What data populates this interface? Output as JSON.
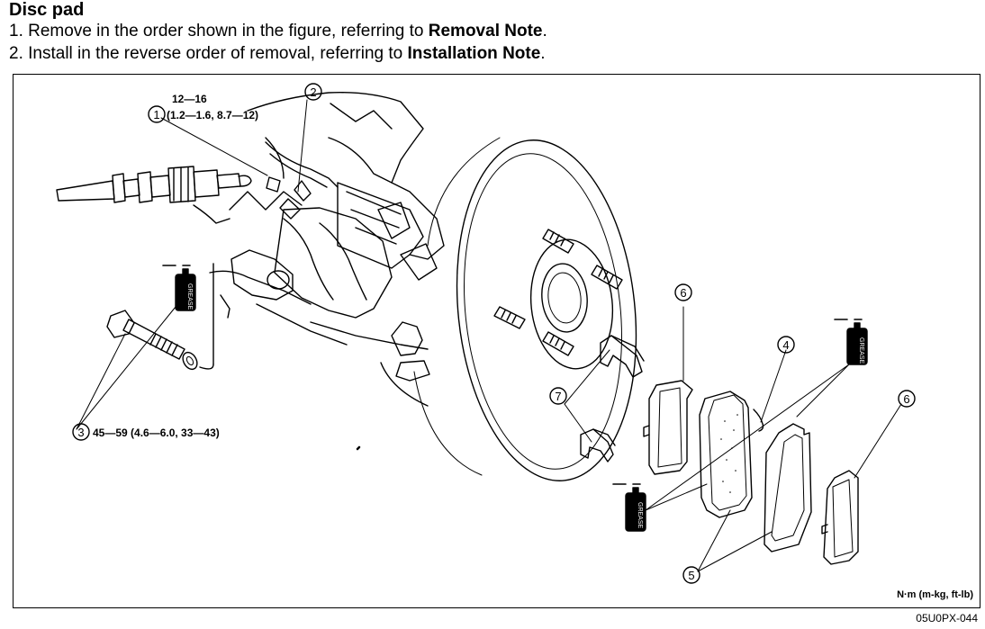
{
  "header": {
    "title": "Disc pad",
    "steps": [
      {
        "number": "1.",
        "text": "Remove in the order shown in the figure, referring to",
        "emphasis": "Removal Note",
        "end": "."
      },
      {
        "number": "2.",
        "text": "Install in the reverse order of removal, referring to",
        "emphasis": "Installation Note",
        "end": "."
      }
    ]
  },
  "figure": {
    "callouts": {
      "c1": "1",
      "c2": "2",
      "c3": "3",
      "c4": "4",
      "c5": "5",
      "c6a": "6",
      "c6b": "6",
      "c7": "7"
    },
    "torque": {
      "t1_line1": "12—16",
      "t1_line2": "(1.2—1.6, 8.7—12)",
      "t3": "45—59 (4.6—6.0, 33—43)"
    },
    "grease_label": "GREASE",
    "units_note": "N·m (m-kg, ft-lb)",
    "figure_id": "05U0PX-044"
  }
}
